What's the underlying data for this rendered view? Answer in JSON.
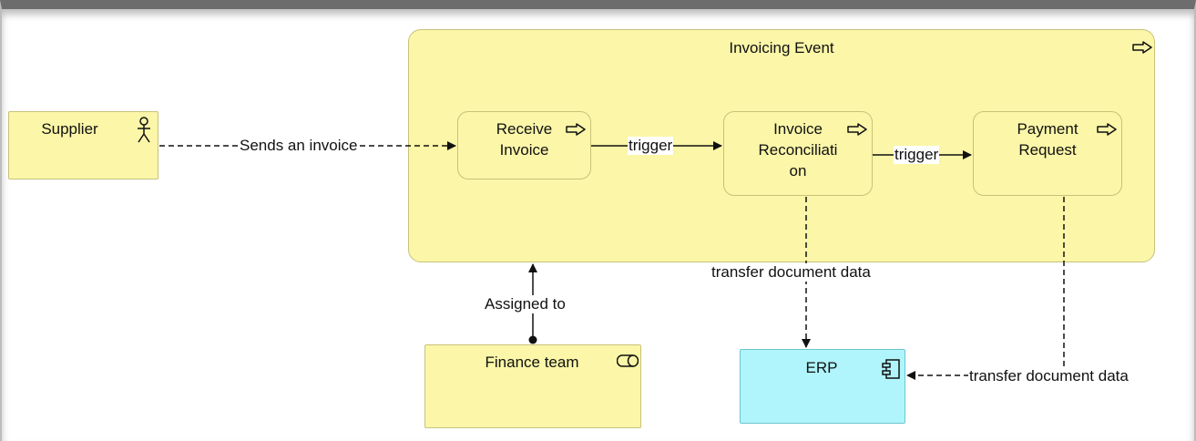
{
  "nodes": {
    "invoicing_event": "Invoicing Event",
    "supplier": "Supplier",
    "receive_invoice": "Receive Invoice",
    "invoice_reconciliation": "Invoice Reconciliati on",
    "payment_request": "Payment Request",
    "finance_team": "Finance team",
    "erp": "ERP"
  },
  "relations": {
    "sends_invoice": "Sends an invoice",
    "trigger_1": "trigger",
    "trigger_2": "trigger",
    "assigned_to": "Assigned to",
    "transfer_1": "transfer document data",
    "transfer_2": "transfer document data"
  },
  "colors": {
    "business_fill": "#fbf6a8",
    "application_fill": "#b0f5fb"
  },
  "icons": {
    "event": "event-arrow-icon",
    "actor": "actor-icon",
    "role": "role-icon",
    "component": "component-icon"
  }
}
